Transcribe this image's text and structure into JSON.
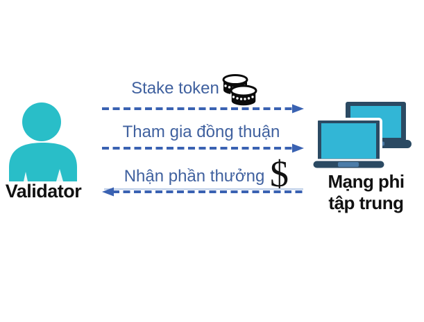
{
  "diagram": {
    "left_actor": {
      "label": "Validator"
    },
    "right_actor": {
      "label_line1": "Mạng phi",
      "label_line2": "tập trung"
    },
    "flows": [
      {
        "label": "Stake token",
        "direction": "right",
        "icon": "coins-icon"
      },
      {
        "label": "Tham gia đồng thuận",
        "direction": "right"
      },
      {
        "label": "Nhận phần thưởng",
        "direction": "left",
        "icon": "dollar-icon",
        "icon_glyph": "$"
      }
    ],
    "colors": {
      "teal": "#29BEC8",
      "laptop_frame": "#2B4A63",
      "laptop_screen": "#32B6D6",
      "laptop_touchpad": "#4C7CA8",
      "arrow_blue": "#3A62B2",
      "label_blue": "#40619F",
      "text_black": "#111111",
      "light_line": "#BCCDE8"
    }
  }
}
